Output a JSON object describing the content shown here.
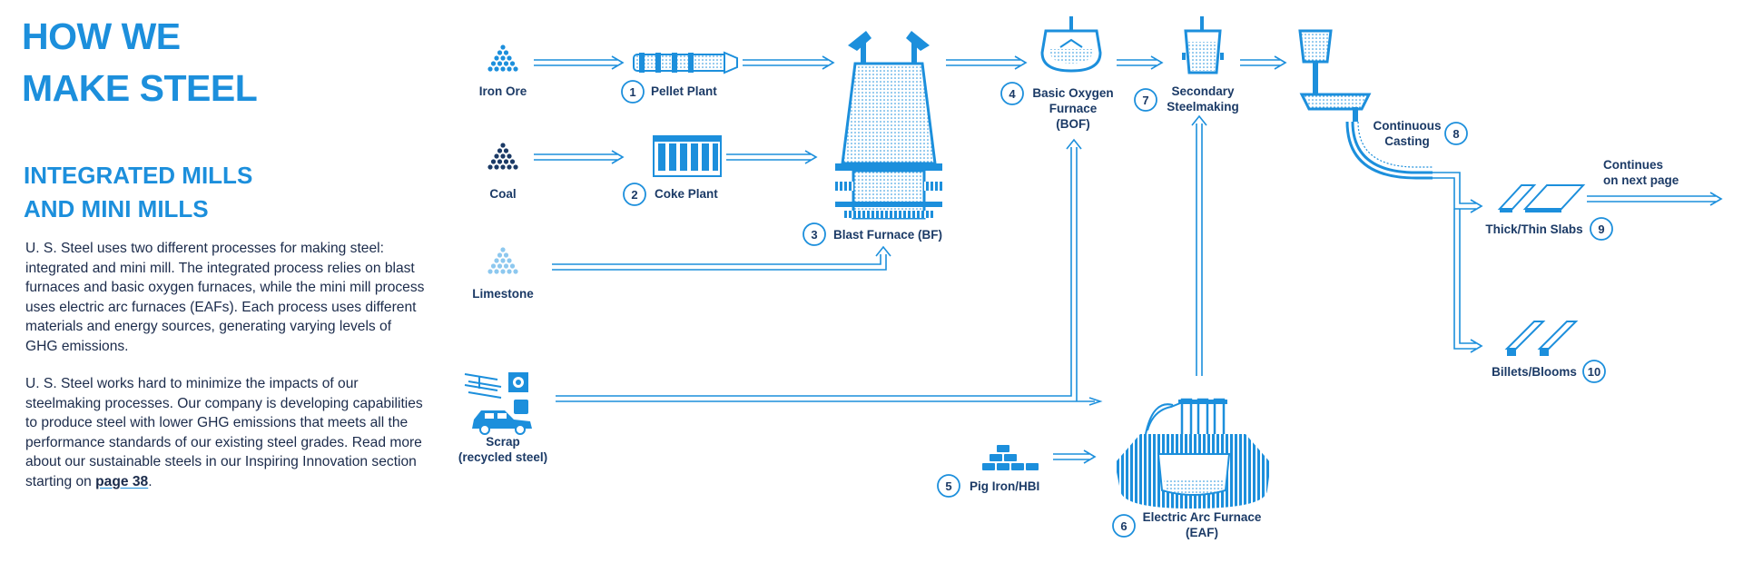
{
  "header": {
    "title_line1": "HOW WE",
    "title_line2": "MAKE STEEL",
    "subtitle_line1": "INTEGRATED MILLS",
    "subtitle_line2": "AND MINI MILLS"
  },
  "body": {
    "para1": "U. S. Steel uses two different processes for making steel: integrated and mini mill. The integrated process relies on blast furnaces and basic oxygen furnaces, while the mini mill process uses electric arc furnaces (EAFs). Each process uses different materials and energy sources, generating varying levels of GHG emissions.",
    "para2_text": "U. S. Steel works hard to minimize the impacts of our steelmaking processes. Our company is developing capabilities to produce steel with lower GHG emissions that meets all the performance standards of our existing steel grades. Read more about our sustainable steels in our Inspiring Innovation section starting on ",
    "para2_link": "page 38",
    "para2_end": "."
  },
  "diagram": {
    "colors": {
      "primary": "#1c8fdc",
      "dark": "#1b3a66",
      "light": "#8dc8ef"
    },
    "inputs": {
      "iron_ore": "Iron Ore",
      "coal": "Coal",
      "limestone": "Limestone",
      "scrap_line1": "Scrap",
      "scrap_line2": "(recycled steel)"
    },
    "steps": {
      "s1": {
        "num": "1",
        "label": "Pellet Plant"
      },
      "s2": {
        "num": "2",
        "label": "Coke Plant"
      },
      "s3": {
        "num": "3",
        "label": "Blast Furnace (BF)"
      },
      "s4": {
        "num": "4",
        "line1": "Basic Oxygen",
        "line2": "Furnace",
        "line3": "(BOF)"
      },
      "s5": {
        "num": "5",
        "label": "Pig Iron/HBI"
      },
      "s6": {
        "num": "6",
        "line1": "Electric Arc Furnace",
        "line2": "(EAF)"
      },
      "s7": {
        "num": "7",
        "line1": "Secondary",
        "line2": "Steelmaking"
      },
      "s8": {
        "num": "8",
        "line1": "Continuous",
        "line2": "Casting"
      },
      "s9": {
        "num": "9",
        "label": "Thick/Thin Slabs"
      },
      "s10": {
        "num": "10",
        "label": "Billets/Blooms"
      }
    },
    "continues_line1": "Continues",
    "continues_line2": "on next page"
  }
}
